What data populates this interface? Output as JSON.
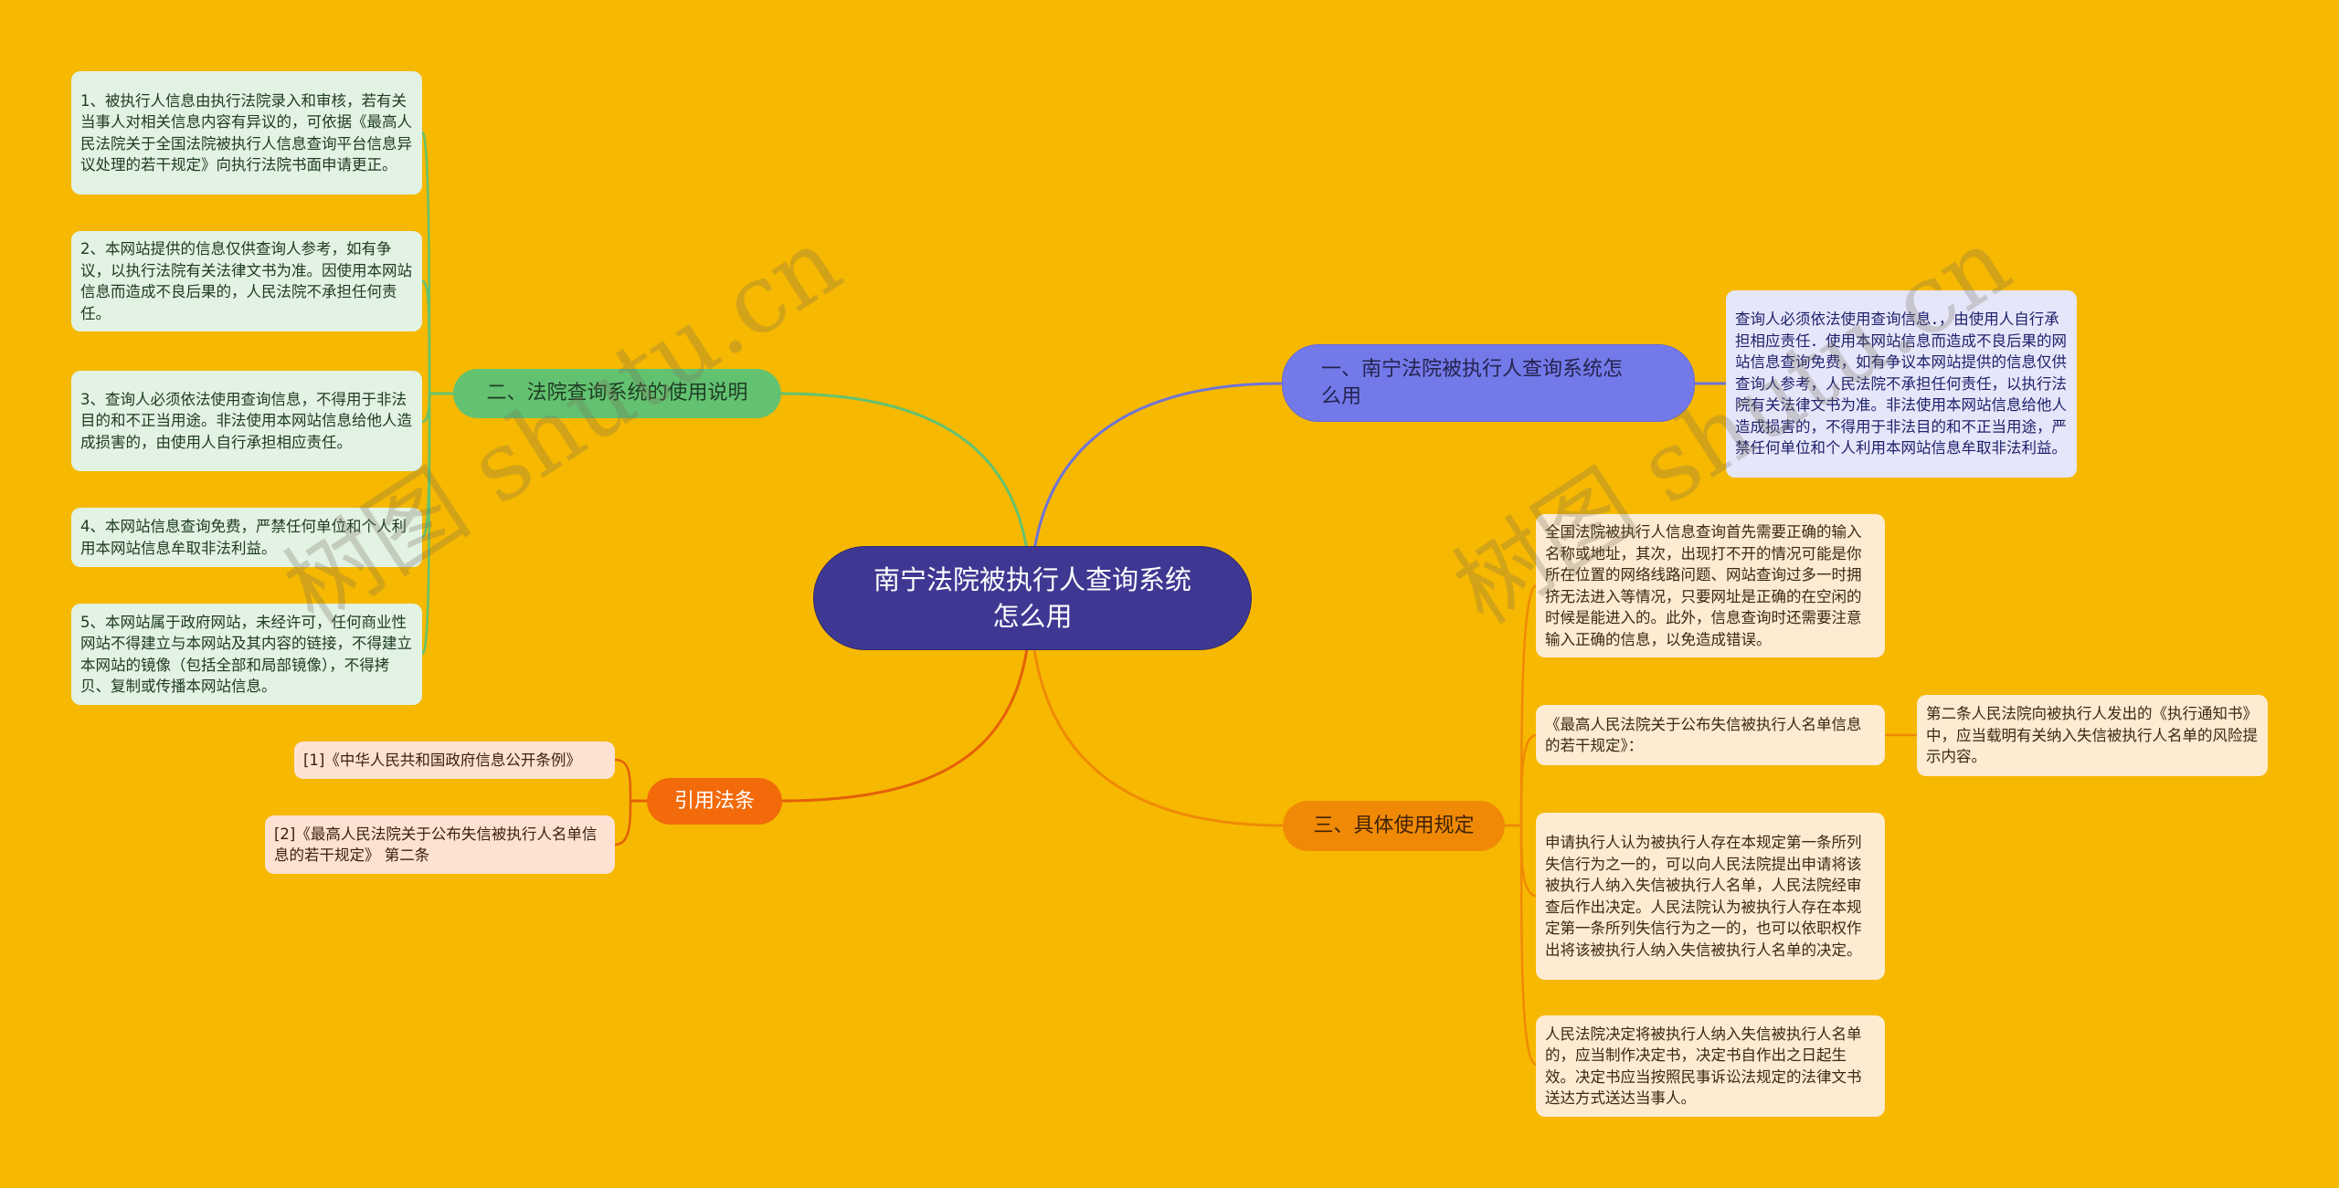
{
  "watermark": {
    "text": "树图 shutu.cn"
  },
  "colors": {
    "background": "#f6b800",
    "center": "#3f3892",
    "branch_1": "#7479ea",
    "branch_2": "#63c270",
    "branch_3": "#f08a06",
    "branch_4": "#f26a0a"
  },
  "center": {
    "title": "南宁法院被执行人查询系统怎么用"
  },
  "branches": {
    "b1": {
      "label": "一、南宁法院被执行人查询系统怎么用",
      "children": [
        "查询人必须依法使用查询信息．，由使用人自行承担相应责任．使用本网站信息而造成不良后果的网站信息查询免费，如有争议本网站提供的信息仅供查询人参考，人民法院不承担任何责任，以执行法院有关法律文书为准。非法使用本网站信息给他人造成损害的，不得用于非法目的和不正当用途，严禁任何单位和个人利用本网站信息牟取非法利益。"
      ]
    },
    "b2": {
      "label": "二、法院查询系统的使用说明",
      "children": [
        "1、被执行人信息由执行法院录入和审核，若有关当事人对相关信息内容有异议的，可依据《最高人民法院关于全国法院被执行人信息查询平台信息异议处理的若干规定》向执行法院书面申请更正。",
        "2、本网站提供的信息仅供查询人参考，如有争议，以执行法院有关法律文书为准。因使用本网站信息而造成不良后果的，人民法院不承担任何责任。",
        "3、查询人必须依法使用查询信息，不得用于非法目的和不正当用途。非法使用本网站信息给他人造成损害的，由使用人自行承担相应责任。",
        "4、本网站信息查询免费，严禁任何单位和个人利用本网站信息牟取非法利益。",
        "5、本网站属于政府网站，未经许可，任何商业性网站不得建立与本网站及其内容的链接，不得建立本网站的镜像（包括全部和局部镜像），不得拷贝、复制或传播本网站信息。"
      ]
    },
    "b3": {
      "label": "三、具体使用规定",
      "children": [
        "全国法院被执行人信息查询首先需要正确的输入名称或地址，其次，出现打不开的情况可能是你所在位置的网络线路问题、网站查询过多一时拥挤无法进入等情况，只要网址是正确的在空闲的时候是能进入的。此外，信息查询时还需要注意输入正确的信息，以免造成错误。",
        "《最高人民法院关于公布失信被执行人名单信息的若干规定》：",
        "申请执行人认为被执行人存在本规定第一条所列失信行为之一的，可以向人民法院提出申请将该被执行人纳入失信被执行人名单，人民法院经审查后作出决定。人民法院认为被执行人存在本规定第一条所列失信行为之一的，也可以依职权作出将该被执行人纳入失信被执行人名单的决定。",
        "人民法院决定将被执行人纳入失信被执行人名单的，应当制作决定书，决定书自作出之日起生效。决定书应当按照民事诉讼法规定的法律文书送达方式送达当事人。"
      ],
      "grandchild": "第二条人民法院向被执行人发出的《执行通知书》中，应当载明有关纳入失信被执行人名单的风险提示内容。"
    },
    "b4": {
      "label": "引用法条",
      "children": [
        "[1]《中华人民共和国政府信息公开条例》",
        "[2]《最高人民法院关于公布失信被执行人名单信息的若干规定》 第二条"
      ]
    }
  }
}
